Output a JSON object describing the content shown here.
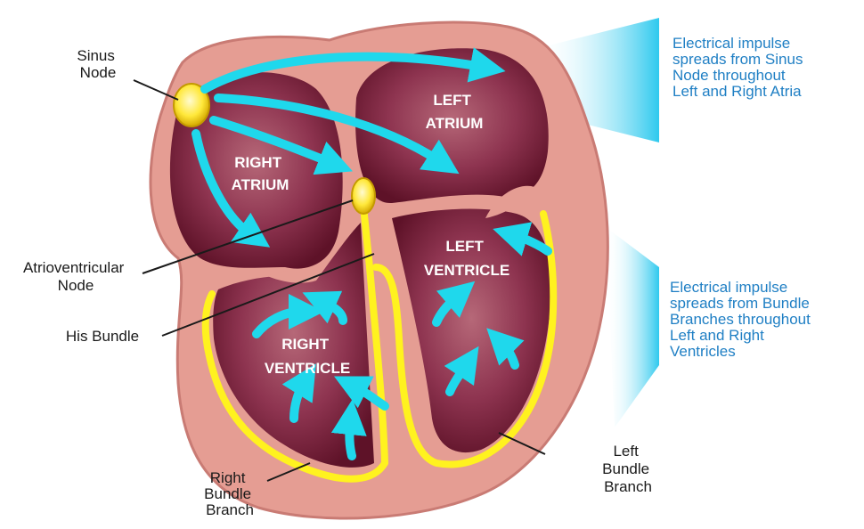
{
  "labels": {
    "sinus_node": [
      "Sinus",
      "Node"
    ],
    "av_node": [
      "Atrioventricular",
      "Node"
    ],
    "his_bundle": [
      "His Bundle"
    ],
    "right_bundle_branch": [
      "Right",
      "Bundle",
      "Branch"
    ],
    "left_bundle_branch": [
      "Left",
      "Bundle",
      "Branch"
    ]
  },
  "chambers": {
    "left_atrium": [
      "LEFT",
      "ATRIUM"
    ],
    "right_atrium": [
      "RIGHT",
      "ATRIUM"
    ],
    "left_ventricle": [
      "LEFT",
      "VENTRICLE"
    ],
    "right_ventricle": [
      "RIGHT",
      "VENTRICLE"
    ]
  },
  "annotations": {
    "atria": [
      "Electrical impulse",
      "spreads from Sinus",
      "Node throughout",
      "Left and Right Atria"
    ],
    "ventricles": [
      "Electrical impulse",
      "spreads from Bundle",
      "Branches throughout",
      "Left and Right",
      "Ventricles"
    ]
  },
  "colors": {
    "heart_wall": "#e59d93",
    "chamber": "#7a1f3a",
    "chamber_light": "#b66878",
    "impulse_arrow": "#1fd8ec",
    "conduction": "#fff21f",
    "note_text": "#1f7fc4"
  }
}
